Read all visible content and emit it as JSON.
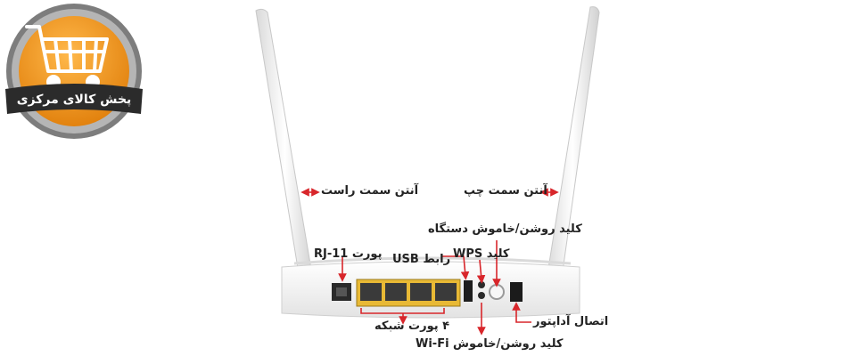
{
  "logo": {
    "text": "پخش کالای مرکزی",
    "icon": "shopping-cart-icon",
    "colors": {
      "orange": "#f39a1e",
      "ring": "#8a8a8a",
      "dark": "#2b2b2b"
    }
  },
  "labels": {
    "right_antenna": "آنتن سمت راست",
    "left_antenna": "آنتن سمت چپ",
    "power_key": "کلید روشن/خاموش دستگاه",
    "rj11_port": "پورت RJ-11",
    "usb_interface": "رابط USB",
    "wps_key": "کلید WPS",
    "network_ports": "۴ پورت شبکه",
    "adapter": "اتصال آداپتور",
    "wifi_key": "کلید روشن/خاموش Wi-Fi"
  },
  "colors": {
    "arrow": "#d8262b",
    "lan_port": "#e8b935",
    "router_body": "#f3f3f3"
  }
}
